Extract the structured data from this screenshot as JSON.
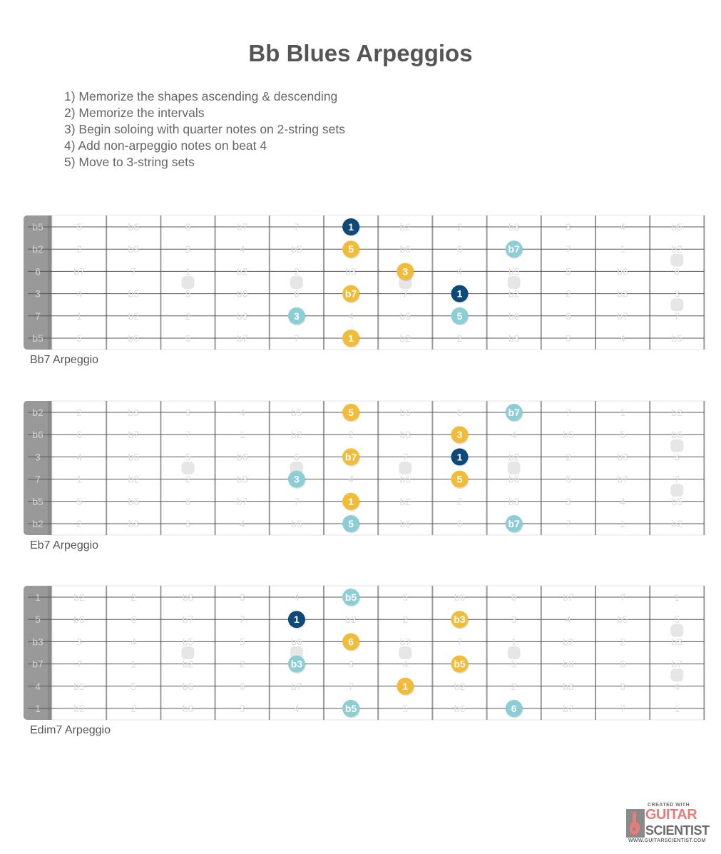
{
  "title": "Bb Blues Arpeggios",
  "instructions": [
    "1) Memorize the shapes ascending & descending",
    "2) Memorize the intervals",
    "3) Begin soloing with quarter notes on 2-string sets",
    "4) Add non-arpeggio notes on beat 4",
    "5) Move to 3-string sets"
  ],
  "colors": {
    "root": "#0d4a7a",
    "chord_tone": "#f2bb38",
    "extension": "#8ccdd6",
    "inlay": "#e6e6e6",
    "nut": "#999999",
    "fret": "#999999",
    "string": "#555555",
    "faded_text": "#dddddd"
  },
  "diagrams": [
    {
      "label": "Bb7 Arpeggio",
      "strings": [
        {
          "open": "b5",
          "frets": [
            "5",
            "b6",
            "6",
            "b7",
            "7",
            "1",
            "b2",
            "2",
            "b3",
            "3",
            "4",
            "b5"
          ]
        },
        {
          "open": "b2",
          "frets": [
            "2",
            "b3",
            "3",
            "4",
            "b5",
            "5",
            "b6",
            "6",
            "b7",
            "7",
            "1",
            "b2"
          ]
        },
        {
          "open": "6",
          "frets": [
            "b7",
            "7",
            "1",
            "b2",
            "2",
            "b3",
            "3",
            "4",
            "b5",
            "5",
            "b6",
            "6"
          ]
        },
        {
          "open": "3",
          "frets": [
            "4",
            "b5",
            "5",
            "b6",
            "6",
            "b7",
            "7",
            "1",
            "b2",
            "2",
            "b3",
            "3"
          ]
        },
        {
          "open": "7",
          "frets": [
            "1",
            "b2",
            "2",
            "b3",
            "3",
            "4",
            "b5",
            "5",
            "b6",
            "6",
            "b7",
            "7"
          ]
        },
        {
          "open": "b5",
          "frets": [
            "5",
            "b6",
            "6",
            "b7",
            "7",
            "1",
            "b2",
            "2",
            "b3",
            "3",
            "4",
            "b5"
          ]
        }
      ],
      "notes": [
        {
          "string": 0,
          "fret": 6,
          "label": "1",
          "type": "root"
        },
        {
          "string": 1,
          "fret": 6,
          "label": "5",
          "type": "chord_tone"
        },
        {
          "string": 1,
          "fret": 9,
          "label": "b7",
          "type": "extension"
        },
        {
          "string": 2,
          "fret": 7,
          "label": "3",
          "type": "chord_tone"
        },
        {
          "string": 3,
          "fret": 6,
          "label": "b7",
          "type": "chord_tone"
        },
        {
          "string": 3,
          "fret": 8,
          "label": "1",
          "type": "root"
        },
        {
          "string": 4,
          "fret": 5,
          "label": "3",
          "type": "extension"
        },
        {
          "string": 4,
          "fret": 8,
          "label": "5",
          "type": "extension"
        },
        {
          "string": 5,
          "fret": 6,
          "label": "1",
          "type": "chord_tone"
        }
      ]
    },
    {
      "label": "Eb7 Arpeggio",
      "strings": [
        {
          "open": "b2",
          "frets": [
            "2",
            "b3",
            "3",
            "4",
            "b5",
            "5",
            "b6",
            "6",
            "b7",
            "7",
            "1",
            "b2"
          ]
        },
        {
          "open": "b6",
          "frets": [
            "6",
            "b7",
            "7",
            "1",
            "b2",
            "2",
            "b3",
            "3",
            "4",
            "b5",
            "5",
            "b6"
          ]
        },
        {
          "open": "3",
          "frets": [
            "4",
            "b5",
            "5",
            "b6",
            "6",
            "b7",
            "7",
            "1",
            "b2",
            "2",
            "b3",
            "3"
          ]
        },
        {
          "open": "7",
          "frets": [
            "1",
            "b2",
            "2",
            "b3",
            "3",
            "4",
            "b5",
            "5",
            "b6",
            "6",
            "b7",
            "7"
          ]
        },
        {
          "open": "b5",
          "frets": [
            "5",
            "b6",
            "6",
            "b7",
            "7",
            "1",
            "b2",
            "2",
            "b3",
            "3",
            "4",
            "b5"
          ]
        },
        {
          "open": "b2",
          "frets": [
            "2",
            "b3",
            "3",
            "4",
            "b5",
            "5",
            "b6",
            "6",
            "b7",
            "7",
            "1",
            "b2"
          ]
        }
      ],
      "notes": [
        {
          "string": 0,
          "fret": 6,
          "label": "5",
          "type": "chord_tone"
        },
        {
          "string": 0,
          "fret": 9,
          "label": "b7",
          "type": "extension"
        },
        {
          "string": 1,
          "fret": 8,
          "label": "3",
          "type": "chord_tone"
        },
        {
          "string": 2,
          "fret": 6,
          "label": "b7",
          "type": "chord_tone"
        },
        {
          "string": 2,
          "fret": 8,
          "label": "1",
          "type": "root"
        },
        {
          "string": 3,
          "fret": 5,
          "label": "3",
          "type": "extension"
        },
        {
          "string": 3,
          "fret": 8,
          "label": "5",
          "type": "chord_tone"
        },
        {
          "string": 4,
          "fret": 6,
          "label": "1",
          "type": "chord_tone"
        },
        {
          "string": 5,
          "fret": 6,
          "label": "5",
          "type": "extension"
        },
        {
          "string": 5,
          "fret": 9,
          "label": "b7",
          "type": "extension"
        }
      ]
    },
    {
      "label": "Edim7 Arpeggio",
      "strings": [
        {
          "open": "1",
          "frets": [
            "b2",
            "2",
            "b3",
            "3",
            "4",
            "b5",
            "5",
            "b6",
            "6",
            "b7",
            "7",
            "1"
          ]
        },
        {
          "open": "5",
          "frets": [
            "b6",
            "6",
            "b7",
            "7",
            "1",
            "b2",
            "2",
            "b3",
            "3",
            "4",
            "b5",
            "5"
          ]
        },
        {
          "open": "b3",
          "frets": [
            "3",
            "4",
            "b5",
            "5",
            "b6",
            "6",
            "b7",
            "7",
            "1",
            "b2",
            "2",
            "b3"
          ]
        },
        {
          "open": "b7",
          "frets": [
            "7",
            "1",
            "b2",
            "2",
            "b3",
            "3",
            "4",
            "b5",
            "5",
            "b6",
            "6",
            "b7"
          ]
        },
        {
          "open": "4",
          "frets": [
            "b5",
            "5",
            "b6",
            "6",
            "b7",
            "7",
            "1",
            "b2",
            "2",
            "b3",
            "3",
            "4"
          ]
        },
        {
          "open": "1",
          "frets": [
            "b2",
            "2",
            "b3",
            "3",
            "4",
            "b5",
            "5",
            "b6",
            "6",
            "b7",
            "7",
            "1"
          ]
        }
      ],
      "notes": [
        {
          "string": 0,
          "fret": 6,
          "label": "b5",
          "type": "extension"
        },
        {
          "string": 1,
          "fret": 5,
          "label": "1",
          "type": "root"
        },
        {
          "string": 1,
          "fret": 8,
          "label": "b3",
          "type": "chord_tone"
        },
        {
          "string": 2,
          "fret": 6,
          "label": "6",
          "type": "chord_tone"
        },
        {
          "string": 3,
          "fret": 5,
          "label": "b3",
          "type": "extension"
        },
        {
          "string": 3,
          "fret": 8,
          "label": "b5",
          "type": "chord_tone"
        },
        {
          "string": 4,
          "fret": 7,
          "label": "1",
          "type": "chord_tone"
        },
        {
          "string": 5,
          "fret": 6,
          "label": "b5",
          "type": "extension"
        },
        {
          "string": 5,
          "fret": 9,
          "label": "6",
          "type": "extension"
        }
      ]
    }
  ],
  "logo": {
    "top": "CREATED WITH",
    "word1": "GUITAR",
    "word2": "SCIENTIST",
    "url": "WWW.GUITARSCIENTIST.COM"
  }
}
